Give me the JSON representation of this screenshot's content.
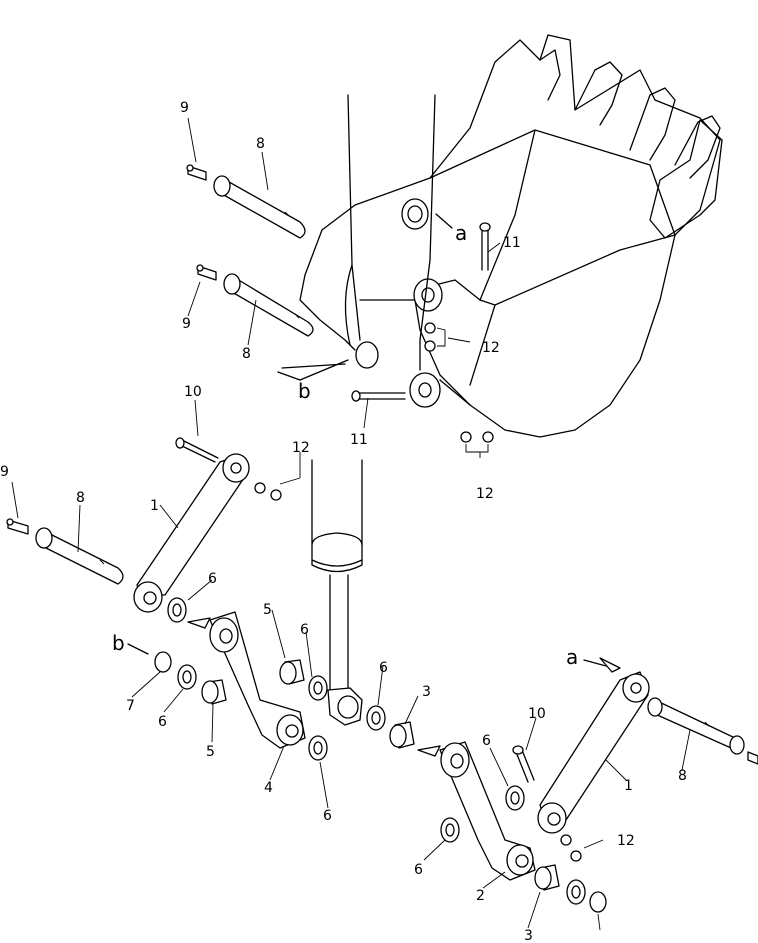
{
  "labels": {
    "p1": "1",
    "p2": "2",
    "p3": "3",
    "p4": "4",
    "p5": "5",
    "p6": "6",
    "p7": "7",
    "p8": "8",
    "p9": "9",
    "p10": "10",
    "p11": "11",
    "p12": "12",
    "a": "a",
    "b": "b"
  }
}
